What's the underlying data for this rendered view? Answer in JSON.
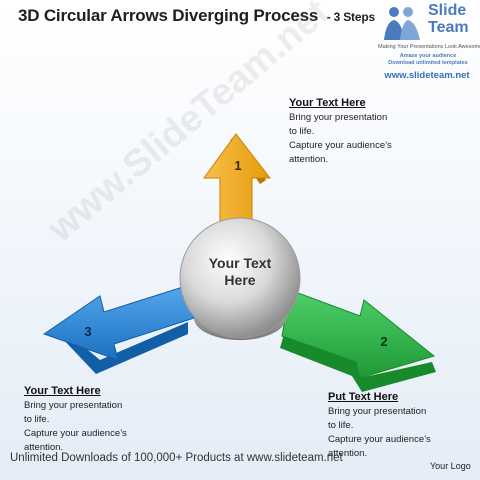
{
  "title": "3D Circular Arrows Diverging Process",
  "title_suffix": "- 3 Steps",
  "logo": {
    "name": "Slide Team",
    "tagline": "Making Your Presentations Look Awesome",
    "ad_line1": "Amaze your audience",
    "ad_line2": "Download unlimited templates",
    "url": "www.slideteam.net"
  },
  "watermark": "www.SlideTeam.net",
  "center": {
    "label": "Your Text Here"
  },
  "arrows": [
    {
      "number": "1",
      "color": "#f2a81a",
      "dark": "#c98100"
    },
    {
      "number": "2",
      "color": "#2db54a",
      "dark": "#178a2c"
    },
    {
      "number": "3",
      "color": "#2a86d6",
      "dark": "#125fa8"
    }
  ],
  "text_blocks": [
    {
      "heading": "Your Text Here",
      "line1": "Bring your presentation",
      "line2": "to life.",
      "line3": "Capture your audience’s",
      "line4": "attention."
    },
    {
      "heading": "Put Text Here",
      "line1": "Bring your presentation",
      "line2": "to life.",
      "line3": "Capture your audience’s",
      "line4": "attention."
    },
    {
      "heading": "Your Text Here",
      "line1": "Bring your presentation",
      "line2": "to life.",
      "line3": "Capture your audience’s",
      "line4": "attention."
    }
  ],
  "footer": "Unlimited Downloads of 100,000+ Products at www.slideteam.net",
  "your_logo": "Your Logo"
}
